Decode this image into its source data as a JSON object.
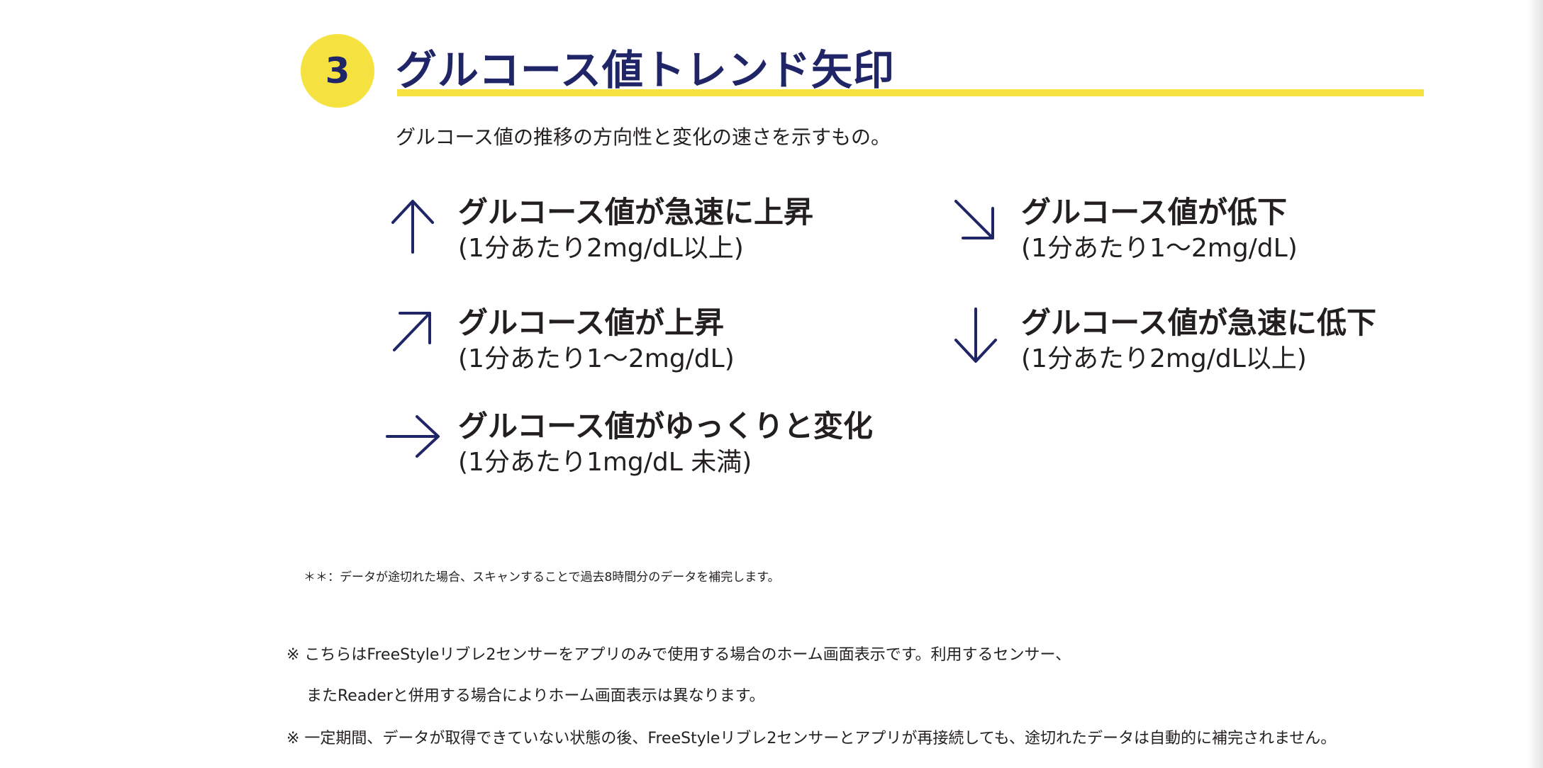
{
  "section": {
    "number": "3",
    "title": "グルコース値トレンド矢印",
    "description": "グルコース値の推移の方向性と変化の速さを示すもの。"
  },
  "arrows": [
    {
      "icon": "arrow-up-icon",
      "title": "グルコース値が急速に上昇",
      "rate": "(1分あたり2mg/dL以上)"
    },
    {
      "icon": "arrow-up-right-icon",
      "title": "グルコース値が上昇",
      "rate": "(1分あたり1〜2mg/dL)"
    },
    {
      "icon": "arrow-right-icon",
      "title": "グルコース値がゆっくりと変化",
      "rate": "(1分あたり1mg/dL 未満)"
    },
    {
      "icon": "arrow-down-right-icon",
      "title": "グルコース値が低下",
      "rate": "(1分あたり1〜2mg/dL)"
    },
    {
      "icon": "arrow-down-icon",
      "title": "グルコース値が急速に低下",
      "rate": "(1分あたり2mg/dL以上)"
    }
  ],
  "notes": {
    "asterisk": "＊＊：データが途切れた場合、スキャンすることで過去8時間分のデータを補完します。",
    "line1": "※ こちらはFreeStyleリブレ2センサーをアプリのみで使用する場合のホーム画面表示です。利用するセンサー、",
    "line2": "またReaderと併用する場合によりホーム画面表示は異なります。",
    "line3": "※ 一定期間、データが取得できていない状態の後、FreeStyleリブレ2センサーとアプリが再接続しても、途切れたデータは自動的に補完されません。"
  },
  "colors": {
    "accent_yellow": "#f5e241",
    "navy": "#1f2566",
    "text": "#231f20"
  }
}
